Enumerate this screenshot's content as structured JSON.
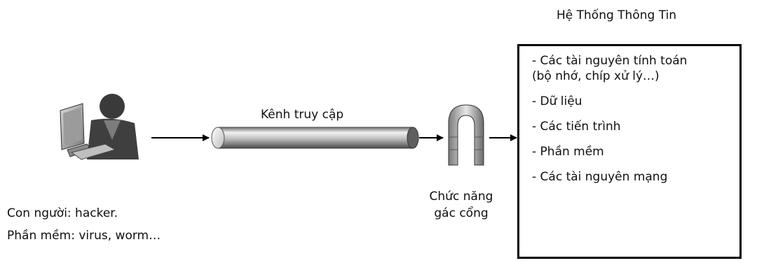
{
  "system": {
    "title": "Hệ Thống Thông Tin",
    "items": [
      "- Các tài nguyên tính toán",
      "(bộ nhớ, chíp xử lý…)",
      "- Dữ liệu",
      "- Các tiến trình",
      "- Phần mềm",
      "- Các tài nguyên mạng"
    ]
  },
  "channel": {
    "label": "Kênh truy cập"
  },
  "gatekeeper": {
    "line1": "Chức năng",
    "line2": "gác cổng"
  },
  "attackers": {
    "line1": "Con người: hacker.",
    "line2": "Phần mềm: virus, worm…"
  },
  "icons": {
    "user": "user-at-computer-icon",
    "gate": "gateway-arch-icon"
  },
  "colors": {
    "stroke": "#000000",
    "pipe": "#9a9a9a",
    "box_border": "#000000"
  }
}
